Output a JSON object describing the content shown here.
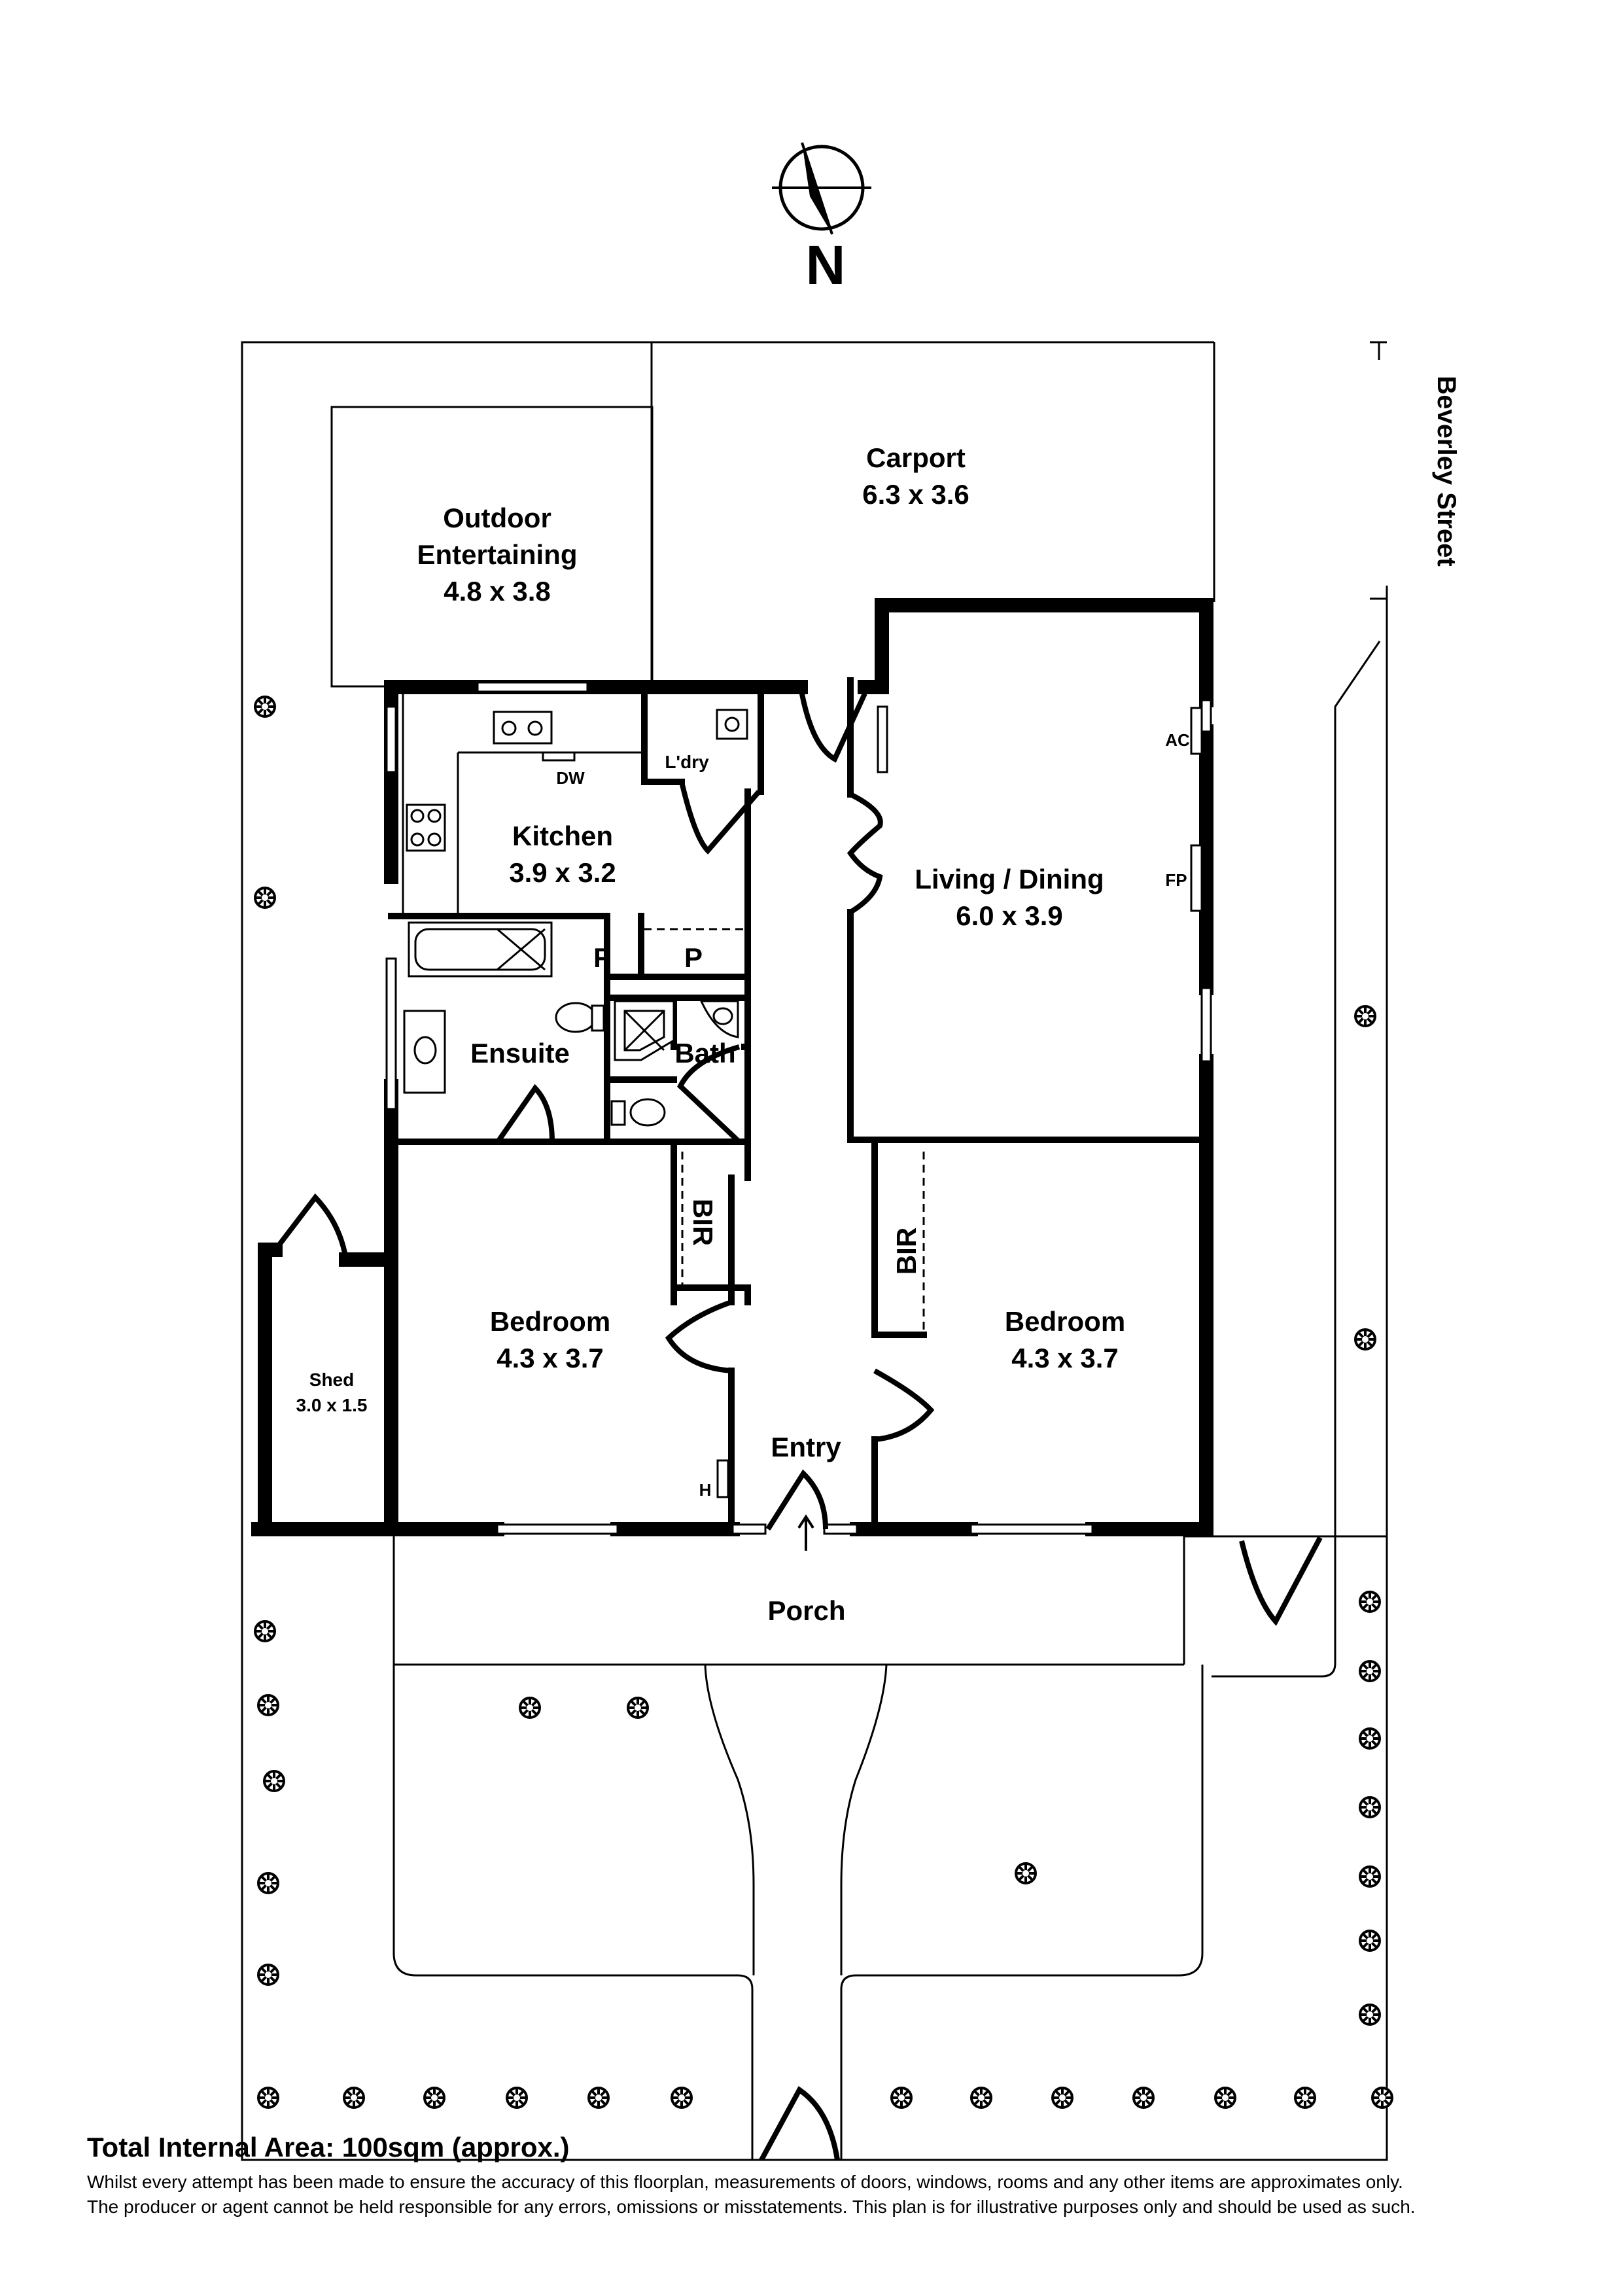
{
  "compass": {
    "label": "N"
  },
  "street": {
    "name": "Beverley Street"
  },
  "rooms": {
    "outdoor": {
      "name_line1": "Outdoor",
      "name_line2": "Entertaining",
      "dims": "4.8 x 3.8"
    },
    "carport": {
      "name": "Carport",
      "dims": "6.3 x 3.6"
    },
    "kitchen": {
      "name": "Kitchen",
      "dims": "3.9 x 3.2"
    },
    "laundry": {
      "name": "L'dry"
    },
    "living": {
      "name": "Living / Dining",
      "dims": "6.0 x 3.9"
    },
    "ensuite": {
      "name": "Ensuite"
    },
    "bath": {
      "name": "Bath"
    },
    "fridge": {
      "name": "F"
    },
    "pantry": {
      "name": "P"
    },
    "bir_left": {
      "name": "BIR"
    },
    "bir_right": {
      "name": "BIR"
    },
    "bedroom_left": {
      "name": "Bedroom",
      "dims": "4.3 x 3.7"
    },
    "bedroom_right": {
      "name": "Bedroom",
      "dims": "4.3 x 3.7"
    },
    "shed": {
      "name": "Shed",
      "dims": "3.0 x 1.5"
    },
    "entry": {
      "name": "Entry"
    },
    "porch": {
      "name": "Porch"
    }
  },
  "fixtures": {
    "dishwasher": "DW",
    "air_conditioner": "AC",
    "fireplace": "FP",
    "heater": "H"
  },
  "footer": {
    "total_area": "Total Internal Area: 100sqm (approx.)",
    "disclaimer_line1": "Whilst every attempt has been made to ensure the accuracy of this floorplan, measurements of doors, windows, rooms and any other items are approximates only.",
    "disclaimer_line2": "The producer or agent cannot be held responsible for any errors, omissions or misstatements. This plan is for illustrative purposes only and should be used as such."
  }
}
